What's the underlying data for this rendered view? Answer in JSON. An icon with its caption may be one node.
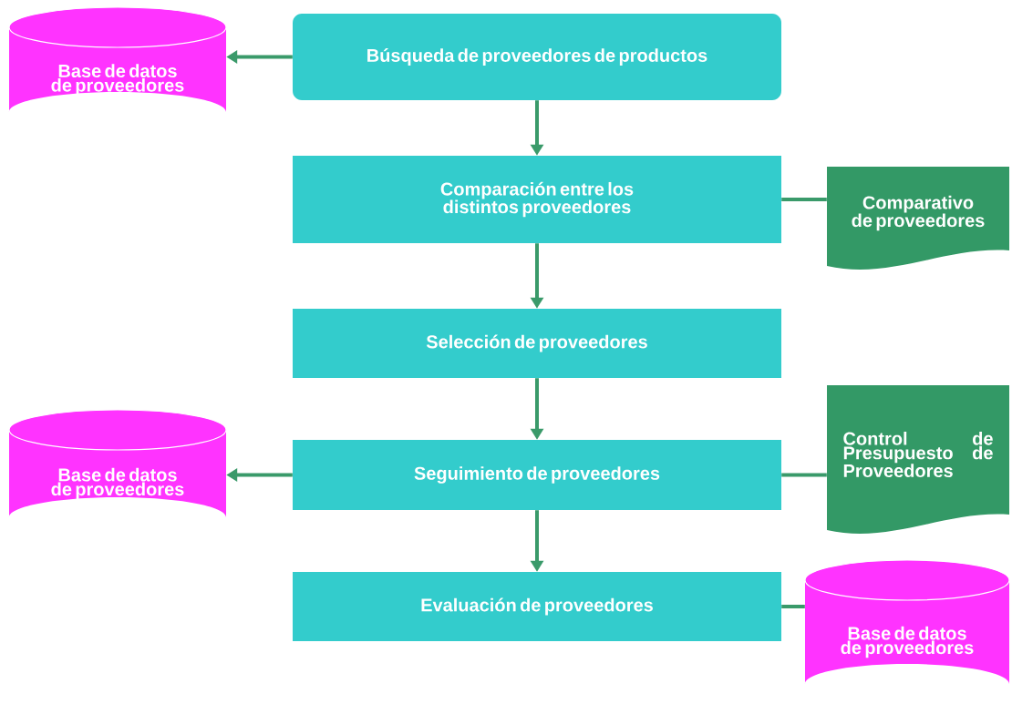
{
  "diagram": {
    "nodes": [
      {
        "text": [
          "Búsqueda de proveedores de productos"
        ]
      },
      {
        "text": [
          "Base de datos de proveedores"
        ]
      },
      {
        "text": [
          "Comparación entre los distintos proveedores"
        ]
      },
      {
        "text": [
          "Comparativo de proveedores"
        ]
      },
      {
        "text": [
          "Selección de proveedores"
        ]
      },
      {
        "text": [
          "Seguimiento de proveedores"
        ]
      },
      {
        "text": [
          "Base de datos de proveedores"
        ]
      },
      {
        "text": [
          "Control de Presupuesto de Proveedores"
        ]
      },
      {
        "text": [
          "Evaluación de proveedores"
        ]
      },
      {
        "text": [
          "Base de datos de proveedores"
        ]
      }
    ],
    "edges": [
      {
        "from": 0,
        "to": 1,
        "arrow": "to"
      },
      {
        "from": 0,
        "to": 2,
        "arrow": "to"
      },
      {
        "from": 2,
        "to": 3,
        "arrow": "none"
      },
      {
        "from": 2,
        "to": 4,
        "arrow": "to"
      },
      {
        "from": 4,
        "to": 5,
        "arrow": "to"
      },
      {
        "from": 5,
        "to": 6,
        "arrow": "to"
      },
      {
        "from": 5,
        "to": 7,
        "arrow": "none"
      },
      {
        "from": 5,
        "to": 8,
        "arrow": "to"
      },
      {
        "from": 8,
        "to": 9,
        "arrow": "none"
      }
    ]
  }
}
